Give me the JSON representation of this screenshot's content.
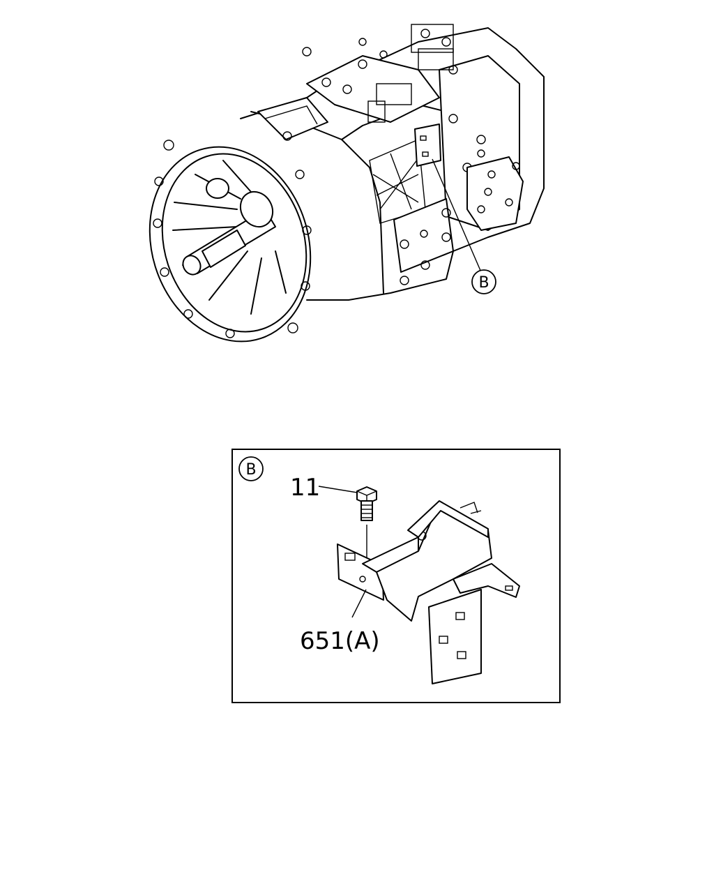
{
  "callout_top": {
    "letter": "B"
  },
  "detail": {
    "letter": "B",
    "part_bolt": "11",
    "part_bracket": "651(A)"
  }
}
